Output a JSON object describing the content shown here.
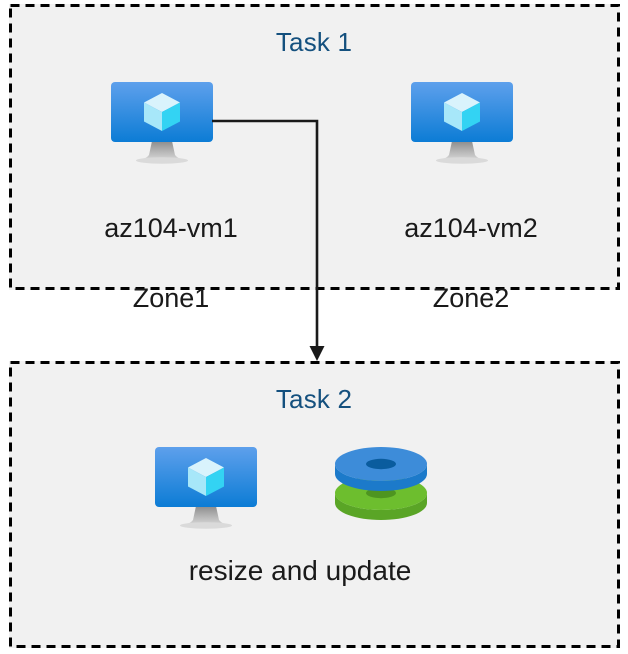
{
  "diagram": {
    "type": "flow-diagram",
    "title_color": "#14507E",
    "box_fill": "#F1F1F1",
    "box_border_style": "dashed",
    "box_border_color": "#000000",
    "page_background": "#FFFFFF",
    "groups": [
      {
        "id": "task1",
        "title": "Task 1",
        "nodes": [
          {
            "id": "vm1",
            "icon": "azure-virtual-machine-icon",
            "caption_line1": "az104-vm1",
            "caption_line2": "Zone1"
          },
          {
            "id": "vm2",
            "icon": "azure-virtual-machine-icon",
            "caption_line1": "az104-vm2",
            "caption_line2": "Zone2"
          }
        ]
      },
      {
        "id": "task2",
        "title": "Task 2",
        "caption": "resize and update",
        "nodes": [
          {
            "id": "vm3",
            "icon": "azure-virtual-machine-icon"
          },
          {
            "id": "disks",
            "icon": "azure-managed-disks-icon"
          }
        ]
      }
    ],
    "connectors": [
      {
        "id": "vm1-to-task2",
        "from": "vm1",
        "to": "task2",
        "style": "orthogonal-arrow",
        "color": "#1A1A1A"
      }
    ],
    "palette": {
      "vm_screen_top": "#5EA0EC",
      "vm_screen_bottom": "#0C7CD5",
      "vm_cube_light": "#D6F2FC",
      "vm_cube_mid": "#9AE2F7",
      "vm_cube_bright": "#32D2F2",
      "vm_stand": "#A8A8A8",
      "disk_blue_top": "#3D8CD9",
      "disk_blue_side": "#1C7ACA",
      "disk_blue_hole": "#0A5C9E",
      "disk_green_top": "#6DBE2E",
      "disk_green_side": "#5AA526",
      "disk_green_hole": "#4E9520"
    }
  }
}
